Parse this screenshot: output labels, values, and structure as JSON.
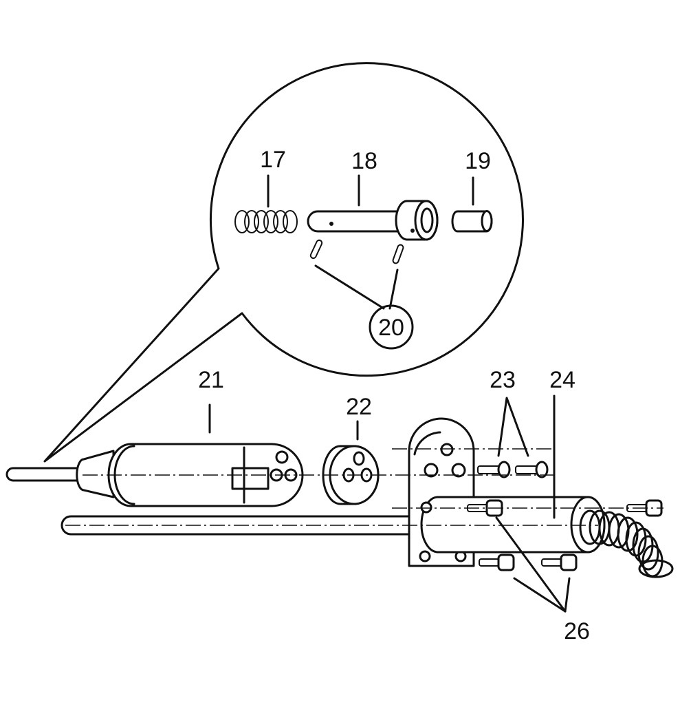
{
  "labels": {
    "p17": "17",
    "p18": "18",
    "p19": "19",
    "p20": "20",
    "p21": "21",
    "p22": "22",
    "p23": "23",
    "p24": "24",
    "p26": "26"
  },
  "colors": {
    "line": "#111111",
    "background": "#ffffff"
  }
}
